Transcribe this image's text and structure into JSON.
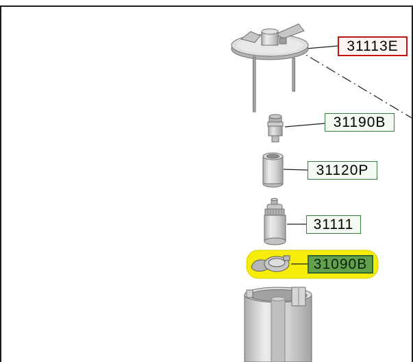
{
  "diagram": {
    "description": "Exploded parts diagram of a fuel pump module assembly with numbered part labels",
    "labels": [
      {
        "id": "31113E",
        "style": "red"
      },
      {
        "id": "31190B",
        "style": "green"
      },
      {
        "id": "31120P",
        "style": "green"
      },
      {
        "id": "31111",
        "style": "green"
      },
      {
        "id": "31090B",
        "style": "selected"
      }
    ],
    "selected_part": "31090B",
    "colors": {
      "red_label_border": "#c11212",
      "red_label_bg": "#fdf4f4",
      "green_label_border": "#3a7a3a",
      "green_label_bg": "#f3faf3",
      "selected_label_bg": "#63a14e",
      "selected_label_border": "#2e6b2e",
      "highlight_yellow": "#f5ec09",
      "line_color": "#1c1c1c",
      "part_gray": "#d6d6d6"
    }
  }
}
